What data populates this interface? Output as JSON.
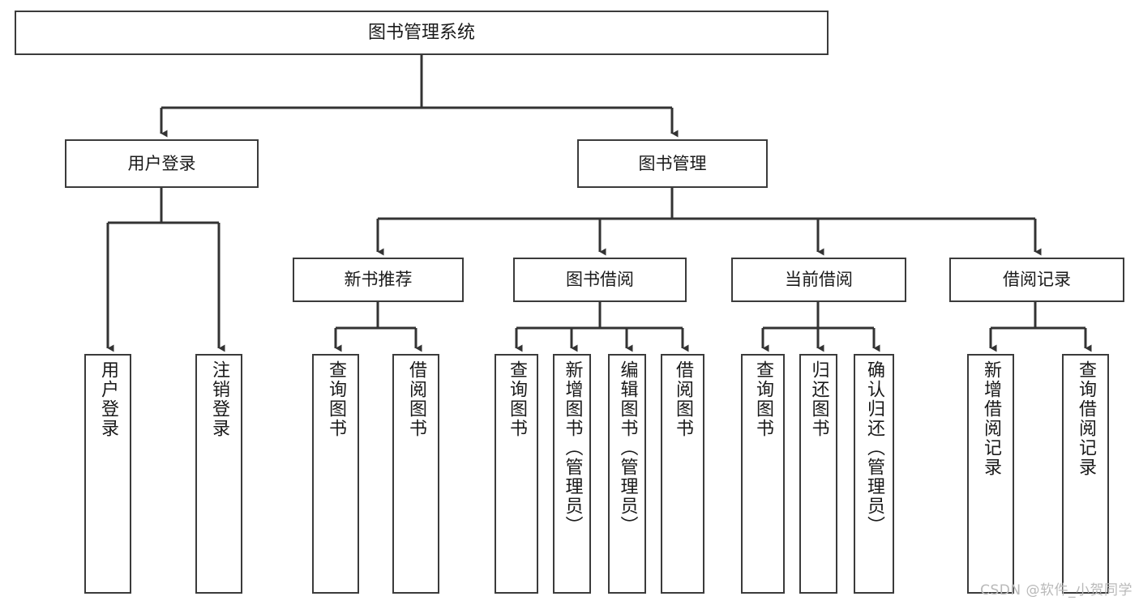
{
  "diagram": {
    "type": "tree",
    "title": "图书管理系统",
    "watermark": "CSDN @软件_小贺同学",
    "colors": {
      "box_border": "#3b3b3b",
      "box_fill": "#ffffff",
      "connector": "#333333",
      "text": "#1a1a1a",
      "watermark": "#b9b9b9",
      "background": "#ffffff"
    },
    "root": {
      "label": "图书管理系统"
    },
    "level2": [
      {
        "label": "用户登录"
      },
      {
        "label": "图书管理"
      }
    ],
    "level3": [
      {
        "label": "新书推荐"
      },
      {
        "label": "图书借阅"
      },
      {
        "label": "当前借阅"
      },
      {
        "label": "借阅记录"
      }
    ],
    "leaves": {
      "user_login": [
        {
          "label": "用户登录"
        },
        {
          "label": "注销登录"
        }
      ],
      "new_book_recommend": [
        {
          "label": "查询图书"
        },
        {
          "label": "借阅图书"
        }
      ],
      "book_borrow": [
        {
          "label": "查询图书"
        },
        {
          "label": "新增图书（管理员）"
        },
        {
          "label": "编辑图书（管理员）"
        },
        {
          "label": "借阅图书"
        }
      ],
      "current_borrow": [
        {
          "label": "查询图书"
        },
        {
          "label": "归还图书"
        },
        {
          "label": "确认归还（管理员）"
        }
      ],
      "borrow_record": [
        {
          "label": "新增借阅记录"
        },
        {
          "label": "查询借阅记录"
        }
      ]
    }
  }
}
